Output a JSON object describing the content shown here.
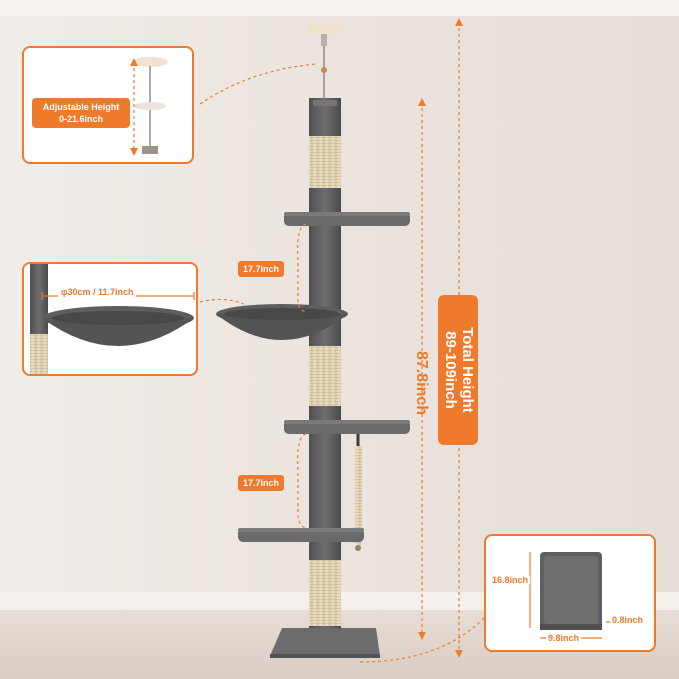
{
  "callouts": {
    "adjustable": {
      "title": "Adjustable Height",
      "range": "0-21.6inch"
    },
    "hammock": {
      "diameter": "φ30cm / 11.7inch"
    },
    "platform": {
      "length": "16.8inch",
      "width": "9.8inch",
      "thickness": "0.8inch"
    }
  },
  "dimensions": {
    "gap_upper": "17.7inch",
    "gap_lower": "17.7inch",
    "pole_height": "87.8inch",
    "total_title": "Total Height",
    "total_range": "89-109inch"
  },
  "colors": {
    "accent": "#f07a2c",
    "plush": "#5f5f62",
    "sisal": "#e9dcc2",
    "wall": "#ede7e2"
  }
}
